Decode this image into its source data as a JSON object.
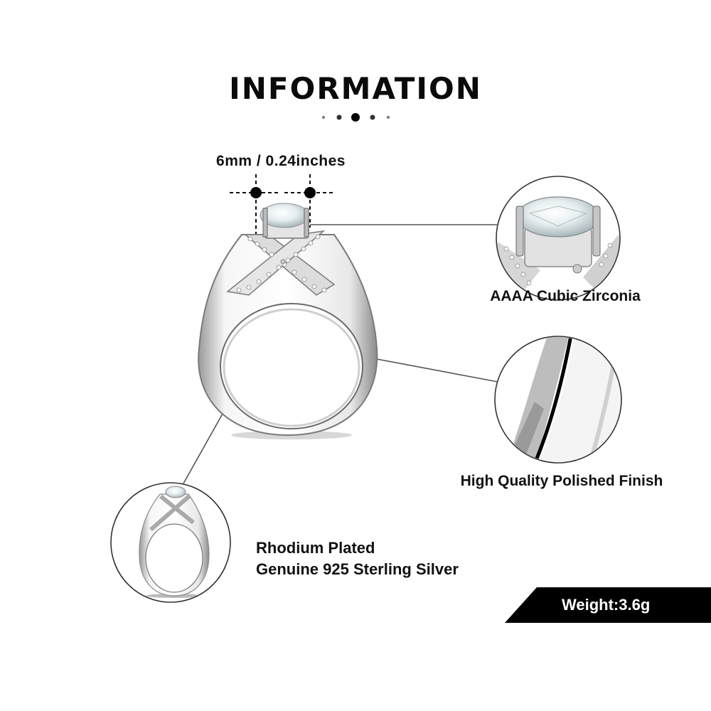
{
  "header": {
    "title": "INFORMATION",
    "divider_dots": [
      "small",
      "medium",
      "large",
      "medium",
      "small"
    ]
  },
  "dimension": {
    "label": "6mm / 0.24inches",
    "mm": 6,
    "inches": 0.24
  },
  "features": [
    {
      "id": "stone",
      "label": "AAAA Cubic Zirconia",
      "icon": "gemstone-closeup"
    },
    {
      "id": "finish",
      "label": "High Quality Polished Finish",
      "icon": "band-closeup"
    },
    {
      "id": "material",
      "label_line1": "Rhodium Plated",
      "label_line2": "Genuine 925 Sterling Silver",
      "icon": "ring-thumbnail"
    }
  ],
  "weight": {
    "label": "Weight:3.6g",
    "value_g": 3.6
  },
  "colors": {
    "text": "#111111",
    "banner_bg": "#000000",
    "banner_text": "#ffffff",
    "metal_light": "#f2f2f2",
    "metal_mid": "#c8c8c8",
    "metal_dark": "#8a8a8a",
    "line": "#555555"
  }
}
